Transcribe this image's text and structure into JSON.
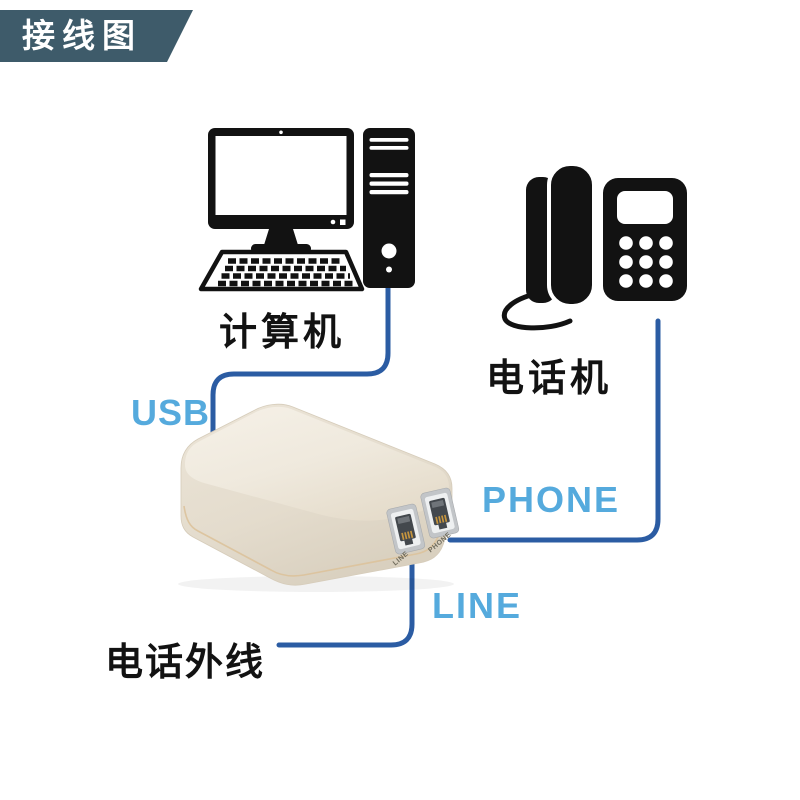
{
  "badge": {
    "label": "接线图"
  },
  "devices": {
    "computer": {
      "label": "计算机"
    },
    "telephone": {
      "label": "电话机"
    },
    "adapter": {
      "port_labels": {
        "line": "LINE",
        "phone": "PHONE"
      }
    }
  },
  "connections": {
    "usb": {
      "label": "USB"
    },
    "phone": {
      "label": "PHONE"
    },
    "line": {
      "label": "LINE"
    },
    "outside": {
      "label": "电话外线"
    }
  },
  "colors": {
    "badge_bg": "#3e5b6a",
    "cable_blue": "#2b5ca3",
    "accent_blue": "#55aadd",
    "icon_black": "#121212",
    "device_body": "#e8e1d4",
    "device_seam": "#dcc29b"
  }
}
